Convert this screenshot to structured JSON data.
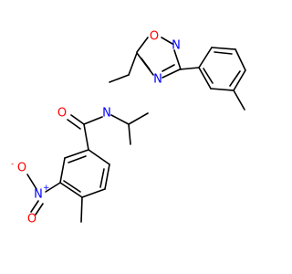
{
  "colors": {
    "bond": "#000000",
    "oxygen": "#ff0000",
    "nitrogen": "#0000ff",
    "background": "#ffffff"
  },
  "atoms": {
    "ring_o": "O",
    "ring_n_top": "N",
    "ring_n_bottom": "N",
    "amide_o": "O",
    "amide_n": "N",
    "nitro_n": "N",
    "nitro_n_charge": "+",
    "nitro_o_top": "O",
    "nitro_o_bottom": "O",
    "nitro_o_charge": "-"
  }
}
